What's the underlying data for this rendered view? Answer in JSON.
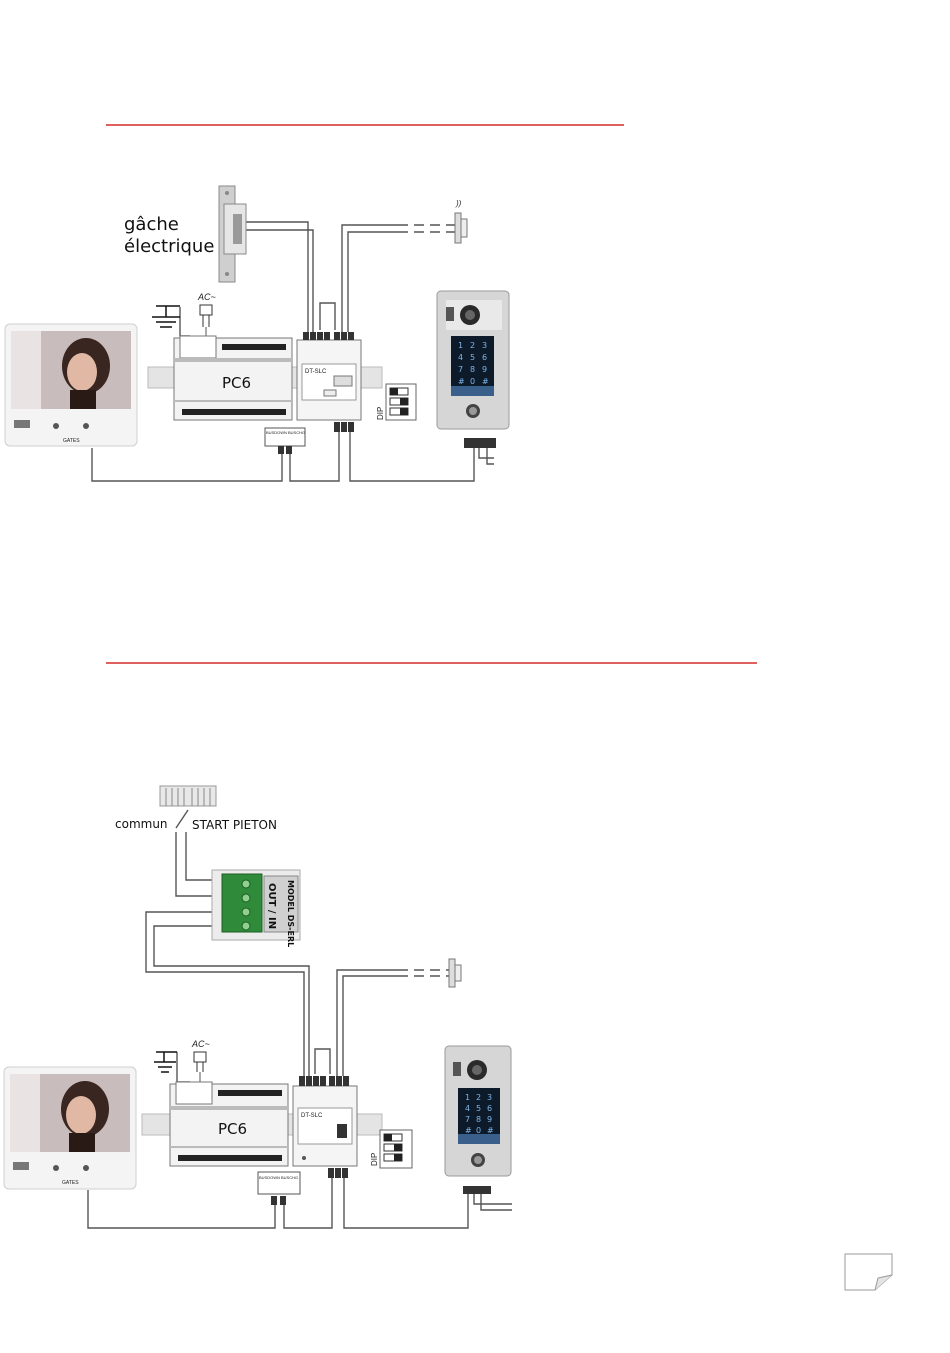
{
  "colors": {
    "rule": "#d62a2a",
    "wire": "#555555",
    "module": "#f2f2f2",
    "module_border": "#777777",
    "panel": "#d8d8d8",
    "keypad": "#0c1a2a"
  },
  "diagram1": {
    "lock_label_line1": "gâche",
    "lock_label_line2": "électrique",
    "ac_label": "AC~",
    "power_label": "PC6",
    "bus_label": "BUSDOWN BUSCHG",
    "controller_label": "DT-SLC",
    "dip_label": "DIP",
    "brand_label": "GATES"
  },
  "diagram2": {
    "common_label": "commun",
    "start_label": "START PIETON",
    "relay_model_label": "MODEL DS-ERL",
    "relay_io_label": "OUT / IN",
    "ac_label": "AC~",
    "power_label": "PC6",
    "bus_label": "BUSDOWN BUSCHG",
    "controller_label": "DT-SLC",
    "dip_label": "DIP",
    "brand_label": "GATES"
  },
  "keypad_keys": [
    "1",
    "2",
    "3",
    "4",
    "5",
    "6",
    "7",
    "8",
    "9",
    "#",
    "0",
    "#"
  ]
}
